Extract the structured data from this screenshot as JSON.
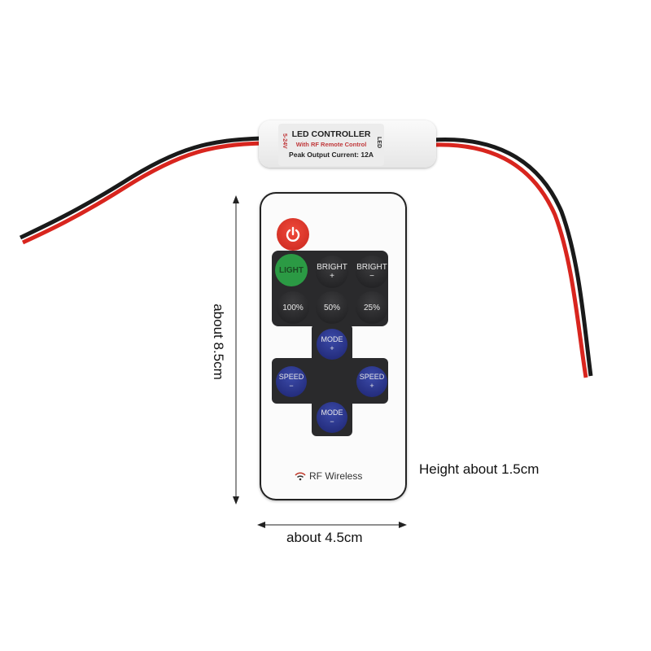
{
  "controller": {
    "title": "LED CONTROLLER",
    "subtitle": "With RF Remote Control",
    "spec": "Peak Output Current: 12A",
    "input_label": "5-24V",
    "output_label": "LED"
  },
  "remote": {
    "power_icon": "power-icon",
    "buttons_top": [
      {
        "label": "LIGHT",
        "sub": ""
      },
      {
        "label": "BRIGHT",
        "sub": "+"
      },
      {
        "label": "BRIGHT",
        "sub": "−"
      },
      {
        "label": "100%",
        "sub": ""
      },
      {
        "label": "50%",
        "sub": ""
      },
      {
        "label": "25%",
        "sub": ""
      }
    ],
    "mode_plus": {
      "label": "MODE",
      "sub": "+"
    },
    "mode_minus": {
      "label": "MODE",
      "sub": "−"
    },
    "speed_minus": {
      "label": "SPEED",
      "sub": "−"
    },
    "speed_plus": {
      "label": "SPEED",
      "sub": "+"
    },
    "brand": "RF Wireless"
  },
  "dimensions": {
    "height": "about 8.5cm",
    "width": "about 4.5cm",
    "thickness": "Height about 1.5cm"
  },
  "colors": {
    "wire_red": "#d8251e",
    "wire_black": "#1a1a1a",
    "power": "#e0352a",
    "light": "#2b9a44",
    "blue": "#26308a"
  }
}
